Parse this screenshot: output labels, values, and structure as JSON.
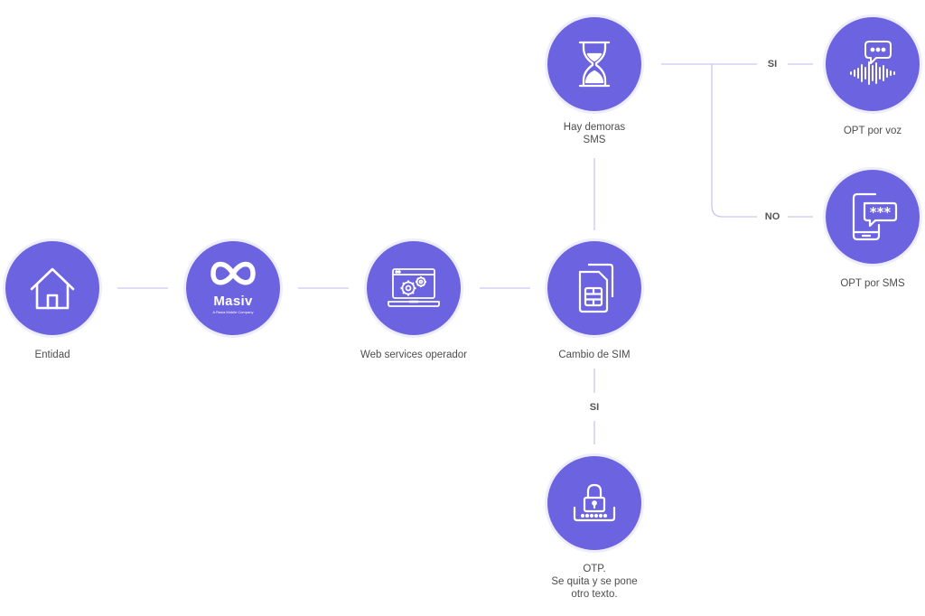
{
  "nodes": {
    "entidad": {
      "label": "Entidad",
      "icon": "house-icon"
    },
    "masiv": {
      "logo_text": "Masiv",
      "logo_tagline": "A Rasia Mobile Company",
      "icon": "masiv-logo"
    },
    "web_services": {
      "label": "Web services operador",
      "icon": "laptop-gears-icon"
    },
    "cambio_sim": {
      "label": "Cambio de SIM",
      "icon": "sim-card-icon"
    },
    "demoras": {
      "label_line1": "Hay demoras",
      "label_line2": "SMS",
      "icon": "hourglass-icon"
    },
    "opt_voz": {
      "label": "OPT por voz",
      "icon": "voice-chat-icon"
    },
    "opt_sms": {
      "label": "OPT por SMS",
      "icon": "phone-password-icon"
    },
    "otp": {
      "label_line1": "OTP.",
      "label_line2": "Se quita y se pone",
      "label_line3": "otro texto.",
      "icon": "lock-keyboard-icon"
    }
  },
  "edges": {
    "si_voice": "SI",
    "no_sms": "NO",
    "si_otp": "SI"
  },
  "colors": {
    "node_fill": "#6c63e0",
    "line": "#c9c6f2"
  }
}
